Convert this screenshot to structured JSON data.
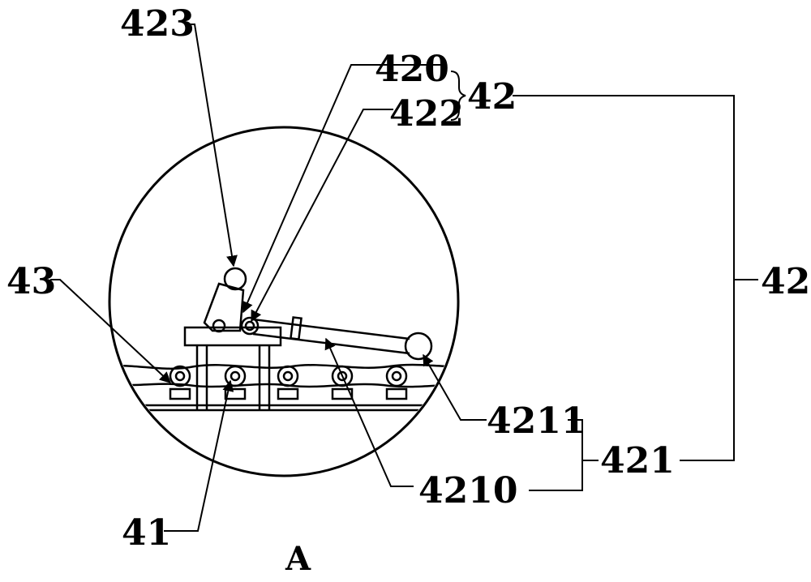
{
  "labels": {
    "l423": "423",
    "l420": "420",
    "l42_top": "42",
    "l422": "422",
    "l43": "43",
    "l42_right": "42",
    "l4211": "4211",
    "l421": "421",
    "l4210": "4210",
    "l41": "41"
  },
  "caption": "A",
  "colors": {
    "stroke": "#000000",
    "background": "#ffffff"
  }
}
